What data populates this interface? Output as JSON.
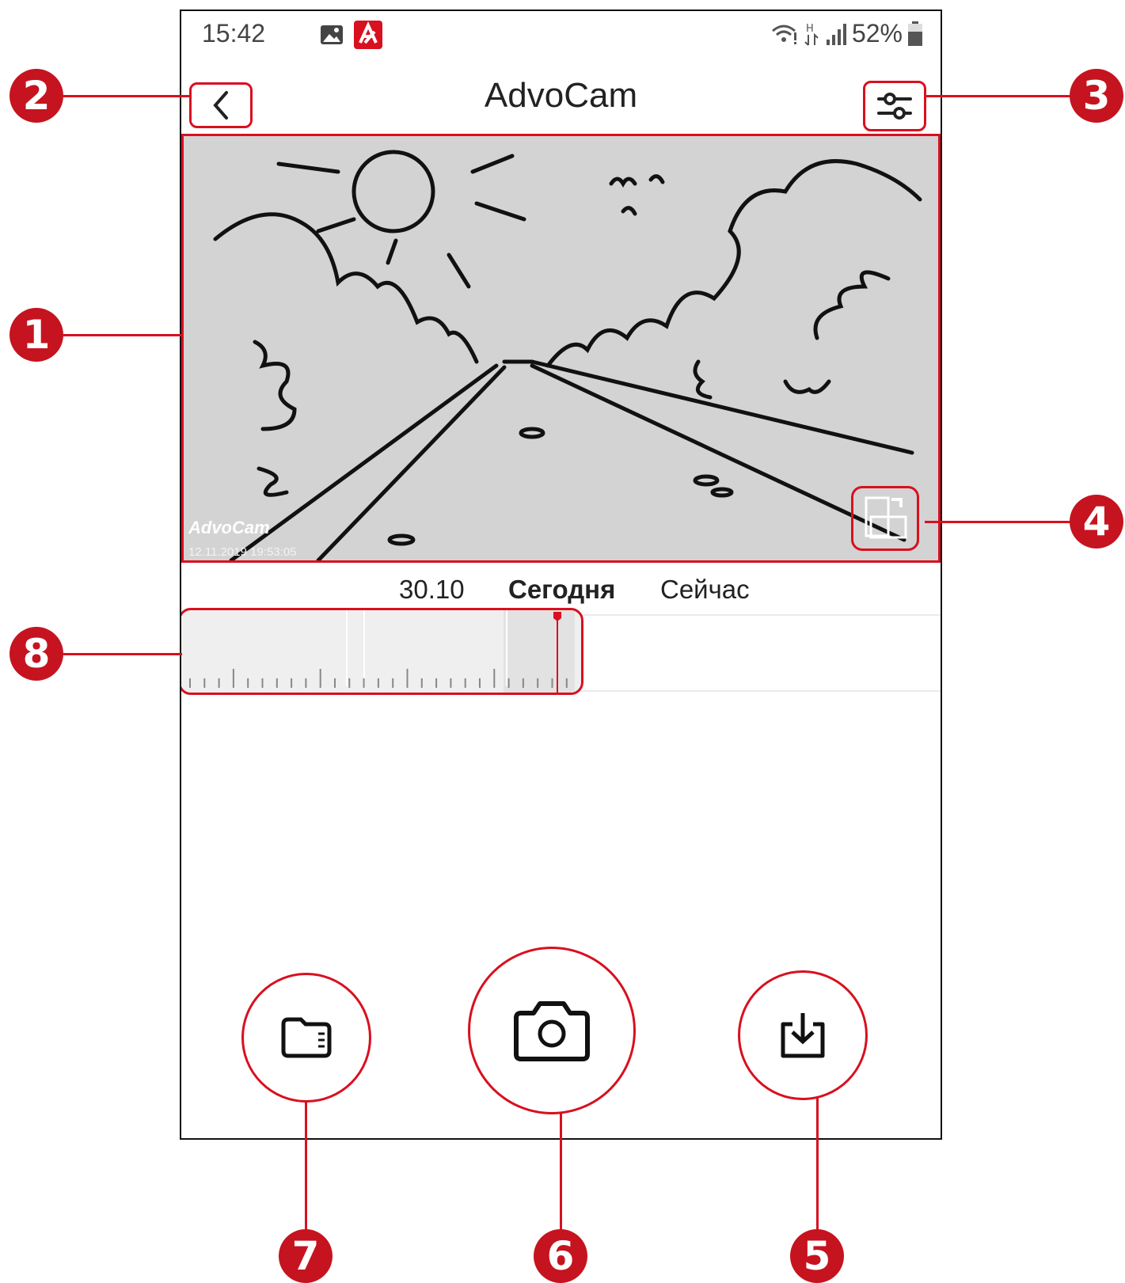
{
  "status_bar": {
    "time": "15:42",
    "battery_percent": "52%",
    "icons": [
      "gallery-icon",
      "app-notification-icon",
      "wifi-icon",
      "data-h-icon",
      "signal-icon",
      "battery-icon"
    ]
  },
  "header": {
    "title": "AdvoCam",
    "back_icon": "chevron-left-icon",
    "settings_icon": "sliders-icon"
  },
  "video": {
    "logo_text": "AdvoCam",
    "timestamp": "12.11.2019 19:53:05",
    "rotate_icon": "rotate-screen-icon"
  },
  "dates": {
    "prev": "30.10",
    "today": "Сегодня",
    "now": "Сейчас"
  },
  "actions": {
    "sdcard_icon": "sd-card-icon",
    "camera_icon": "camera-icon",
    "download_icon": "download-icon"
  },
  "callouts": {
    "c1": "1",
    "c2": "2",
    "c3": "3",
    "c4": "4",
    "c5": "5",
    "c6": "6",
    "c7": "7",
    "c8": "8"
  },
  "colors": {
    "accent_red": "#d8101f",
    "callout_red": "#c5141f",
    "video_bg": "#d3d3d3"
  }
}
